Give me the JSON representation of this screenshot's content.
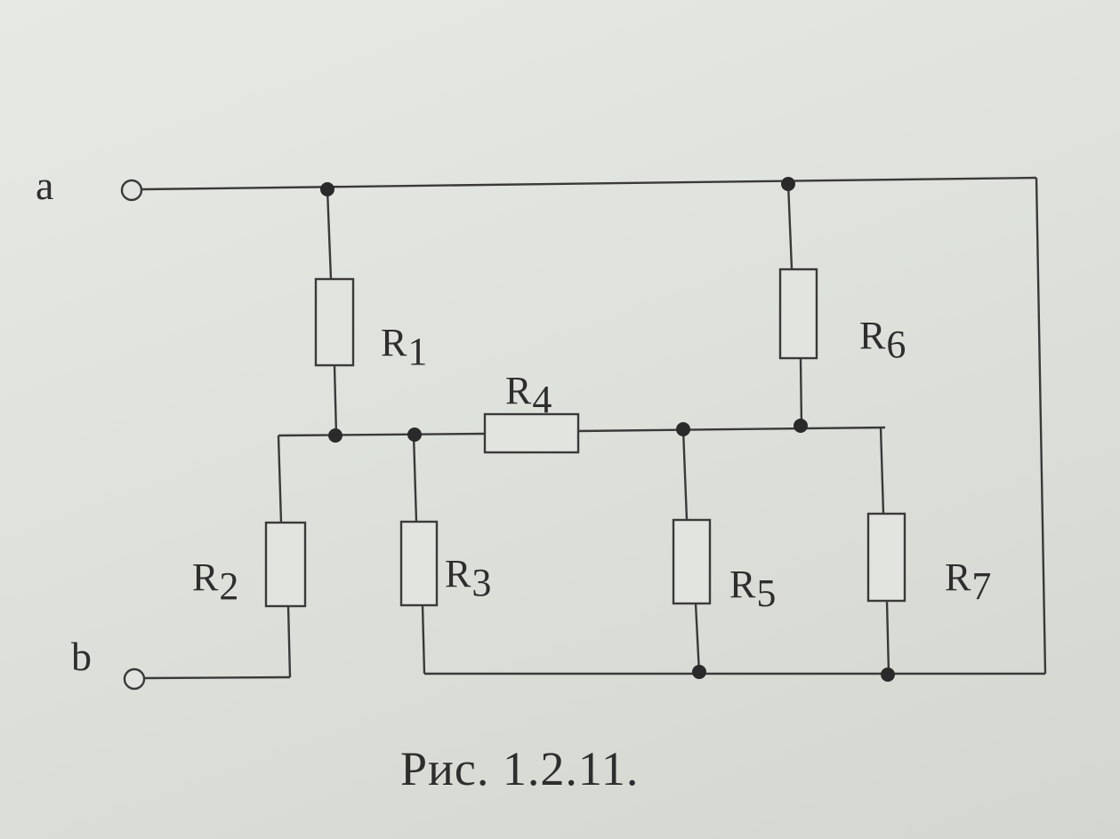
{
  "terminals": {
    "a": "a",
    "b": "b"
  },
  "resistors": [
    {
      "id": "r1",
      "label": "R",
      "index": "1"
    },
    {
      "id": "r2",
      "label": "R",
      "index": "2"
    },
    {
      "id": "r3",
      "label": "R",
      "index": "3"
    },
    {
      "id": "r4",
      "label": "R",
      "index": "4"
    },
    {
      "id": "r5",
      "label": "R",
      "index": "5"
    },
    {
      "id": "r6",
      "label": "R",
      "index": "6"
    },
    {
      "id": "r7",
      "label": "R",
      "index": "7"
    }
  ],
  "caption": "Рис. 1.2.11."
}
